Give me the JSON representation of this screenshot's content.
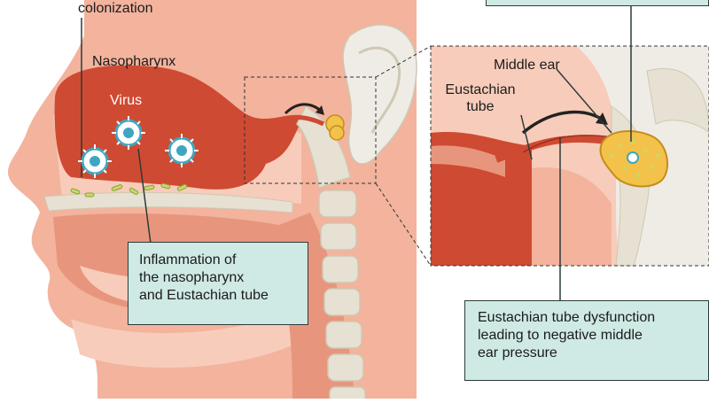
{
  "colors": {
    "skin": "#f3b39c",
    "skin_light": "#f7ccba",
    "skin_dark": "#e7967d",
    "inflamed": "#cf4a32",
    "bone": "#e6e1d2",
    "bone_dark": "#cfc8b4",
    "ear": "#efece6",
    "middle_ear": "#f2c24a",
    "bacteria": "#c8d96a",
    "callout_bg": "#cfe9e4",
    "virus_ring": "#3ea6c0",
    "arrow": "#222222"
  },
  "labels": {
    "colonization": "colonization",
    "nasopharynx": "Nasopharynx",
    "virus": "Virus",
    "middle_ear": "Middle ear",
    "eustachian_tube_line1": "Eustachian",
    "eustachian_tube_line2": "tube"
  },
  "callouts": {
    "inflammation": [
      "Inflammation of",
      "the nasopharynx",
      "and Eustachian tube"
    ],
    "dysfunction": [
      "Eustachian tube dysfunction",
      "leading to negative middle",
      "ear pressure"
    ]
  },
  "icons": {
    "virus": "virus-icon",
    "bacterium": "bacterium-icon",
    "arrow": "curved-arrow-icon"
  }
}
